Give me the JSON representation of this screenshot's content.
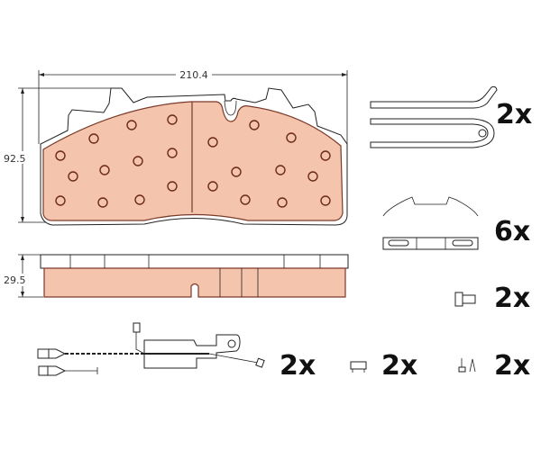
{
  "dimensions": {
    "width": "210.4",
    "height": "92.5",
    "thickness": "29.5"
  },
  "quantities": {
    "spring_clip": "2x",
    "wire_clip": "6x",
    "bolt": "2x",
    "wear_sensor": "2x",
    "cable_clip": "2x",
    "pins": "2x"
  },
  "colors": {
    "friction": "#f4c4ac",
    "outline": "#7a3a2a"
  }
}
